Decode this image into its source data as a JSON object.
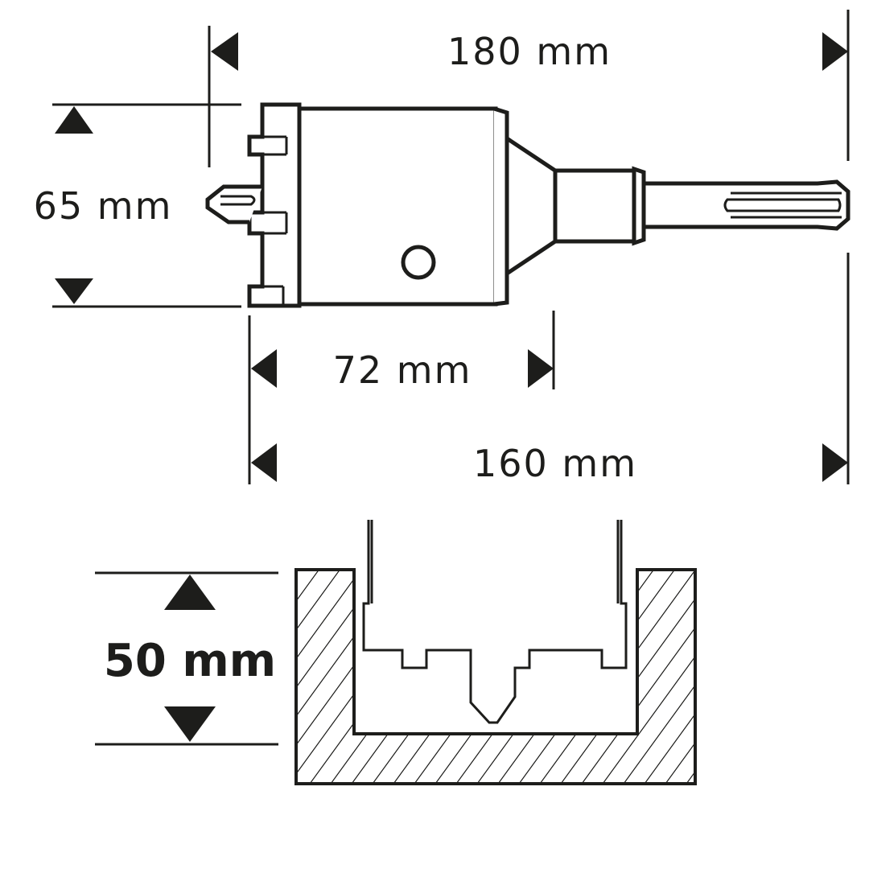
{
  "dimensions": {
    "total_length": "180 mm",
    "diameter": "65 mm",
    "body_length": "72 mm",
    "working_length": "160 mm",
    "drilling_depth": "50 mm"
  },
  "colors": {
    "ink": "#1d1d1b",
    "background": "#ffffff"
  }
}
